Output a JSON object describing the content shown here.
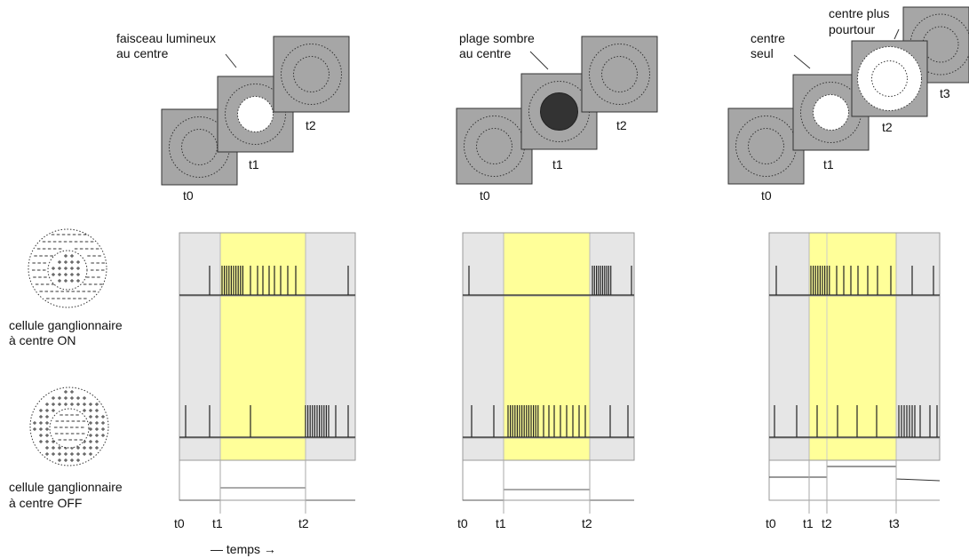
{
  "colors": {
    "stimulus_band": "#ffff99",
    "background_band": "#e6e6e6",
    "frame_fill": "#a6a6a6",
    "dark_spot": "#333333",
    "stroke": "#333333"
  },
  "cells": {
    "on_label": [
      "cellule ganglionnaire",
      "à centre ON"
    ],
    "off_label": [
      "cellule ganglionnaire",
      "à centre OFF"
    ]
  },
  "time_axis_label": "— temps →",
  "panels": [
    {
      "id": "light-center",
      "caption": [
        "faisceau lumineux",
        "au centre"
      ],
      "frames": [
        "t0",
        "t1",
        "t2"
      ],
      "ticks": [
        "t0",
        "t1",
        "t2"
      ]
    },
    {
      "id": "dark-center",
      "caption": [
        "plage sombre",
        "au centre"
      ],
      "frames": [
        "t0",
        "t1",
        "t2"
      ],
      "ticks": [
        "t0",
        "t1",
        "t2"
      ]
    },
    {
      "id": "center-surround",
      "caption": [
        "centre",
        "seul"
      ],
      "caption2": [
        "centre plus",
        "pourtour"
      ],
      "frames": [
        "t0",
        "t1",
        "t2",
        "t3"
      ],
      "ticks": [
        "t0",
        "t1",
        "t2",
        "t3"
      ]
    }
  ]
}
